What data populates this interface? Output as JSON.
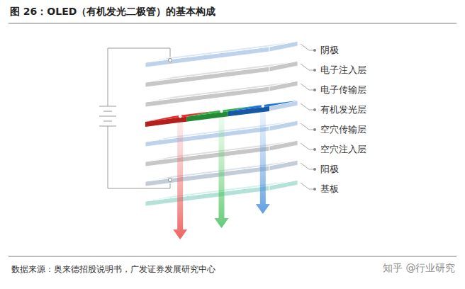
{
  "diagram": {
    "title": "图 26：OLED（有机发光二极管）的基本构成",
    "caption": "数据来源：奥来德招股说明书，广发证券发展研究中心",
    "labels": [
      "阴极",
      "电子注入层",
      "电子传输层",
      "有机发光层",
      "空穴传输层",
      "空穴注入层",
      "阳极",
      "基板",
      "知乎 @行业研究"
    ]
  }
}
